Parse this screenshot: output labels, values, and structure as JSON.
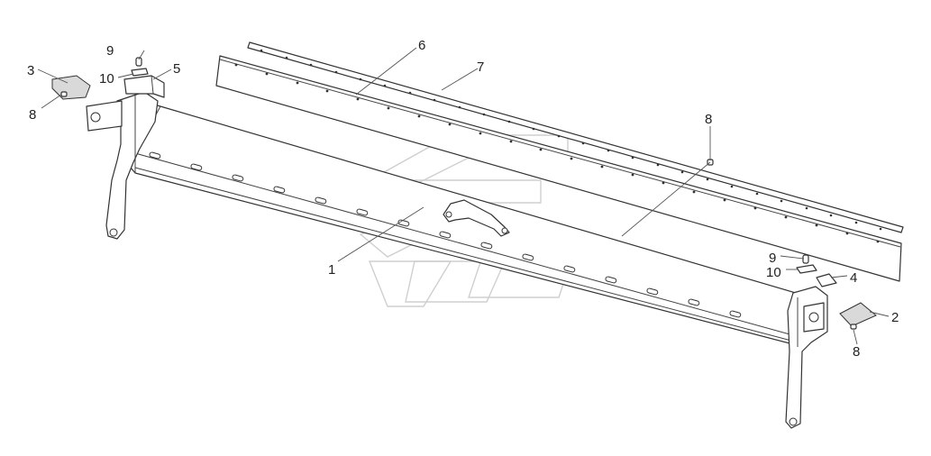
{
  "callouts": [
    {
      "id": "c1",
      "label": "1"
    },
    {
      "id": "c2",
      "label": "2"
    },
    {
      "id": "c3",
      "label": "3"
    },
    {
      "id": "c4",
      "label": "4"
    },
    {
      "id": "c5",
      "label": "5"
    },
    {
      "id": "c6",
      "label": "6"
    },
    {
      "id": "c7",
      "label": "7"
    },
    {
      "id": "c8a",
      "label": "8"
    },
    {
      "id": "c8b",
      "label": "8"
    },
    {
      "id": "c8c",
      "label": "8"
    },
    {
      "id": "c9a",
      "label": "9"
    },
    {
      "id": "c9b",
      "label": "9"
    },
    {
      "id": "c10a",
      "label": "10"
    },
    {
      "id": "c10b",
      "label": "10"
    }
  ]
}
